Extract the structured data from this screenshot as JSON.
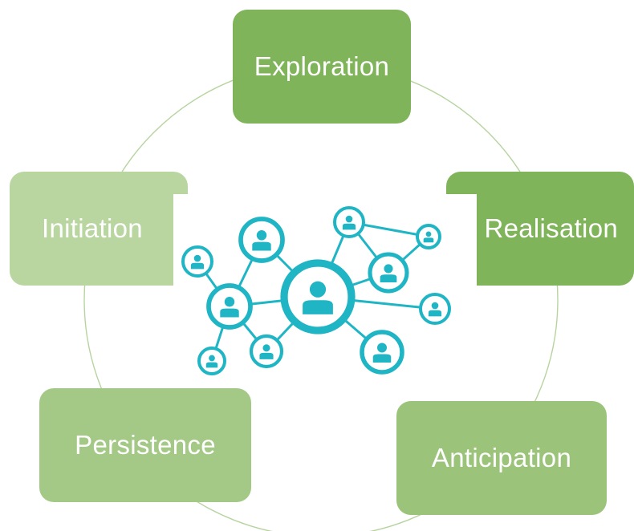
{
  "diagram": {
    "stages": [
      {
        "key": "exploration",
        "label": "Exploration",
        "color": "#80b45a"
      },
      {
        "key": "realisation",
        "label": "Realisation",
        "color": "#80b45a"
      },
      {
        "key": "anticipation",
        "label": "Anticipation",
        "color": "#9bc47a"
      },
      {
        "key": "persistence",
        "label": "Persistence",
        "color": "#a4c986"
      },
      {
        "key": "initiation",
        "label": "Initiation",
        "color": "#b9d6a0"
      }
    ],
    "ring_color": "#b7d4a0",
    "network_color": "#1fb5c4",
    "center_icon": "network-of-people-icon"
  }
}
